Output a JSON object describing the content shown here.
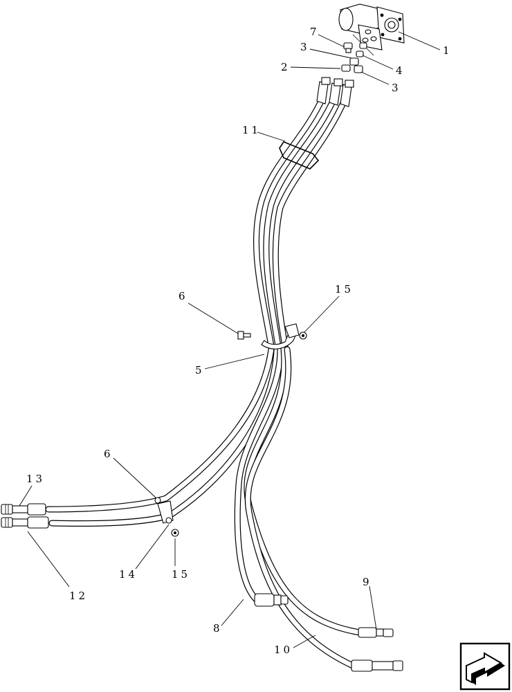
{
  "callouts": [
    {
      "id": "c1",
      "text": "1"
    },
    {
      "id": "c2",
      "text": "2"
    },
    {
      "id": "c3a",
      "text": "3"
    },
    {
      "id": "c3b",
      "text": "3"
    },
    {
      "id": "c4",
      "text": "4"
    },
    {
      "id": "c5",
      "text": "5"
    },
    {
      "id": "c6a",
      "text": "6"
    },
    {
      "id": "c6b",
      "text": "6"
    },
    {
      "id": "c7",
      "text": "7"
    },
    {
      "id": "c8",
      "text": "8"
    },
    {
      "id": "c9",
      "text": "9"
    },
    {
      "id": "c10",
      "text": "10"
    },
    {
      "id": "c11",
      "text": "11"
    },
    {
      "id": "c12",
      "text": "12"
    },
    {
      "id": "c13",
      "text": "13"
    },
    {
      "id": "c14",
      "text": "14"
    },
    {
      "id": "c15a",
      "text": "15"
    },
    {
      "id": "c15b",
      "text": "15"
    }
  ],
  "icons": {
    "nav": "next-page-arrow-icon"
  }
}
